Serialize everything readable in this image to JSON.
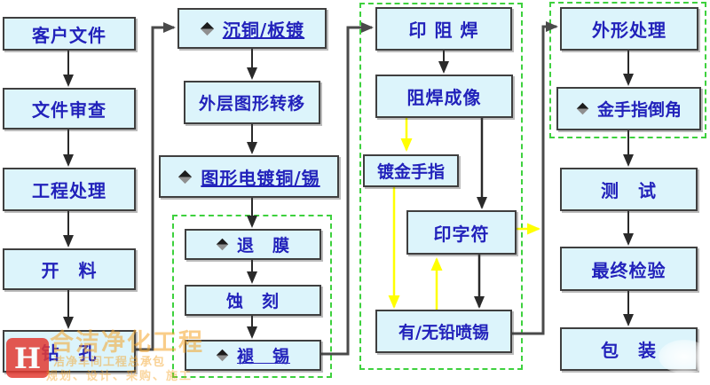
{
  "steps": {
    "customer_files": "客户文件",
    "file_review": "文件审查",
    "engineering": "工程处理",
    "cutting": "开　料",
    "drilling": "钻　孔",
    "copper_deposition": "沉铜/板镀",
    "outer_layer_transfer": "外层图形转移",
    "pattern_plating": "图形电镀铜/锡",
    "film_stripping": "退　膜",
    "etching": "蚀　刻",
    "tin_stripping": "褪　锡",
    "solder_mask_print": "印 阻 焊",
    "solder_mask_imaging": "阻焊成像",
    "gold_finger_plating": "镀金手指",
    "silkscreen": "印字符",
    "hasl": "有/无铅喷锡",
    "profile_processing": "外形处理",
    "gold_finger_bevel": "金手指倒角",
    "testing": "测　试",
    "final_inspection": "最终检验",
    "packaging": "包　装"
  },
  "watermark": {
    "logo_letter": "H",
    "line1": "合洁净化工程",
    "line2": "洁净车间工程总承包",
    "line3": "规划、设计、采购、施工"
  },
  "colors": {
    "box_fill": "#dcf4fb",
    "box_border": "#3f3f3f",
    "text_blue": "#2222bb",
    "group_dashed_green": "#3ed13e",
    "wire_black": "#2a2a2a",
    "wire_yellow": "#ffff00",
    "watermark_red": "#e33b33",
    "watermark_orange": "#f4a428"
  }
}
